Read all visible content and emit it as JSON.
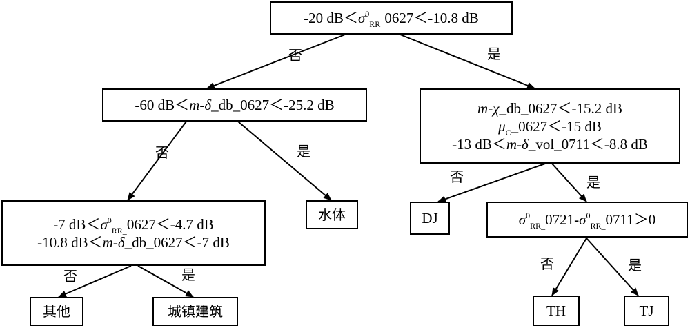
{
  "nodes": {
    "root": {
      "pre": "-20 dB＜",
      "var": "σ",
      "sup": "0",
      "sub": "RR_",
      "post": "0627＜-10.8 dB"
    },
    "left_1": {
      "pre": "-60 dB＜",
      "var": "m",
      "mid": "-",
      "var2": "δ",
      "post": "_db_0627＜-25.2 dB"
    },
    "right_1": {
      "line1_var": "m",
      "line1_mid": "-",
      "line1_var2": "χ",
      "line1_post": "_db_0627＜-15.2 dB",
      "line2_var": "μ",
      "line2_sub": "C",
      "line2_post": "_0627＜-15 dB",
      "line3_pre": "-13 dB＜",
      "line3_var": "m",
      "line3_mid": "-",
      "line3_var2": "δ",
      "line3_post": "_vol_0711＜-8.8 dB"
    },
    "left_2": {
      "line1_pre": "-7 dB＜",
      "line1_var": "σ",
      "line1_sup": "0",
      "line1_sub": "RR_",
      "line1_post": "0627＜-4.7 dB",
      "line2_pre": "-10.8 dB＜",
      "line2_var": "m",
      "line2_mid": "-",
      "line2_var2": "δ",
      "line2_post": "_db_0627＜-7 dB"
    },
    "right_2": {
      "var": "σ",
      "sup": "0",
      "sub": "RR_",
      "mid": "0721-",
      "var2": "σ",
      "sup2": "0",
      "sub2": "RR_",
      "post": "0711＞0"
    }
  },
  "leaves": {
    "water": "水体",
    "dj": "DJ",
    "other": "其他",
    "urban": "城镇建筑",
    "th": "TH",
    "tj": "TJ"
  },
  "branch_labels": {
    "no": "否",
    "yes": "是"
  }
}
